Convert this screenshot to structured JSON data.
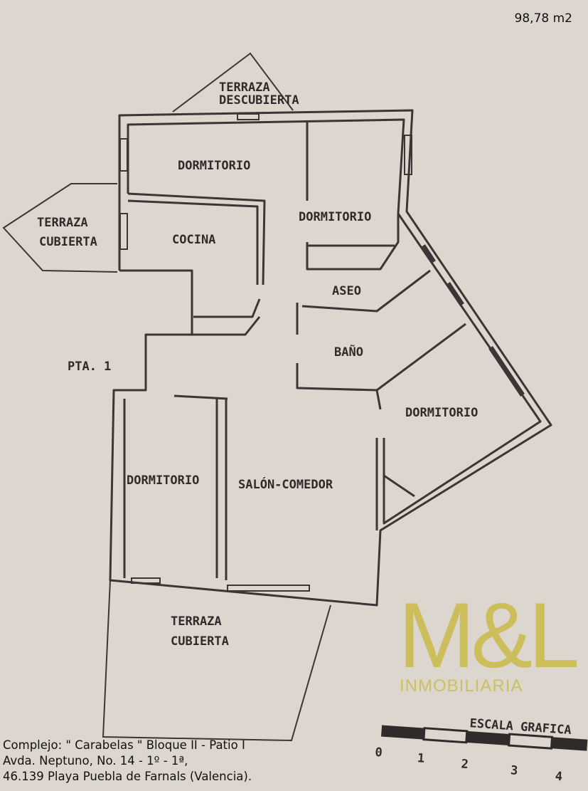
{
  "area": "98,78 m2",
  "rooms": {
    "terraza_descubierta": [
      "TERRAZA",
      "DESCUBIERTA"
    ],
    "terraza_cubierta_left": [
      "TERRAZA",
      "CUBIERTA"
    ],
    "terraza_cubierta_bottom": [
      "TERRAZA",
      "CUBIERTA"
    ],
    "dormitorio_top": "DORMITORIO",
    "dormitorio_right_top": "DORMITORIO",
    "cocina": "COCINA",
    "aseo": "ASEO",
    "bano": "BAÑO",
    "dormitorio_right": "DORMITORIO",
    "dormitorio_left": "DORMITORIO",
    "salon_comedor": "SALÓN-COMEDOR",
    "entrance": "PTA. 1"
  },
  "scale": {
    "title": "ESCALA GRAFICA",
    "ticks": [
      "0",
      "1",
      "2",
      "3",
      "4"
    ]
  },
  "address": [
    "Complejo:  \" Carabelas \"  Bloque II - Patio I",
    "Avda. Neptuno, No. 14  - 1º - 1ª,",
    "46.139 Playa Puebla de Farnals (Valencia)."
  ],
  "logo": {
    "mark": "M&L",
    "subtitle": "INMOBILIARIA",
    "color": "#c8b83c"
  }
}
